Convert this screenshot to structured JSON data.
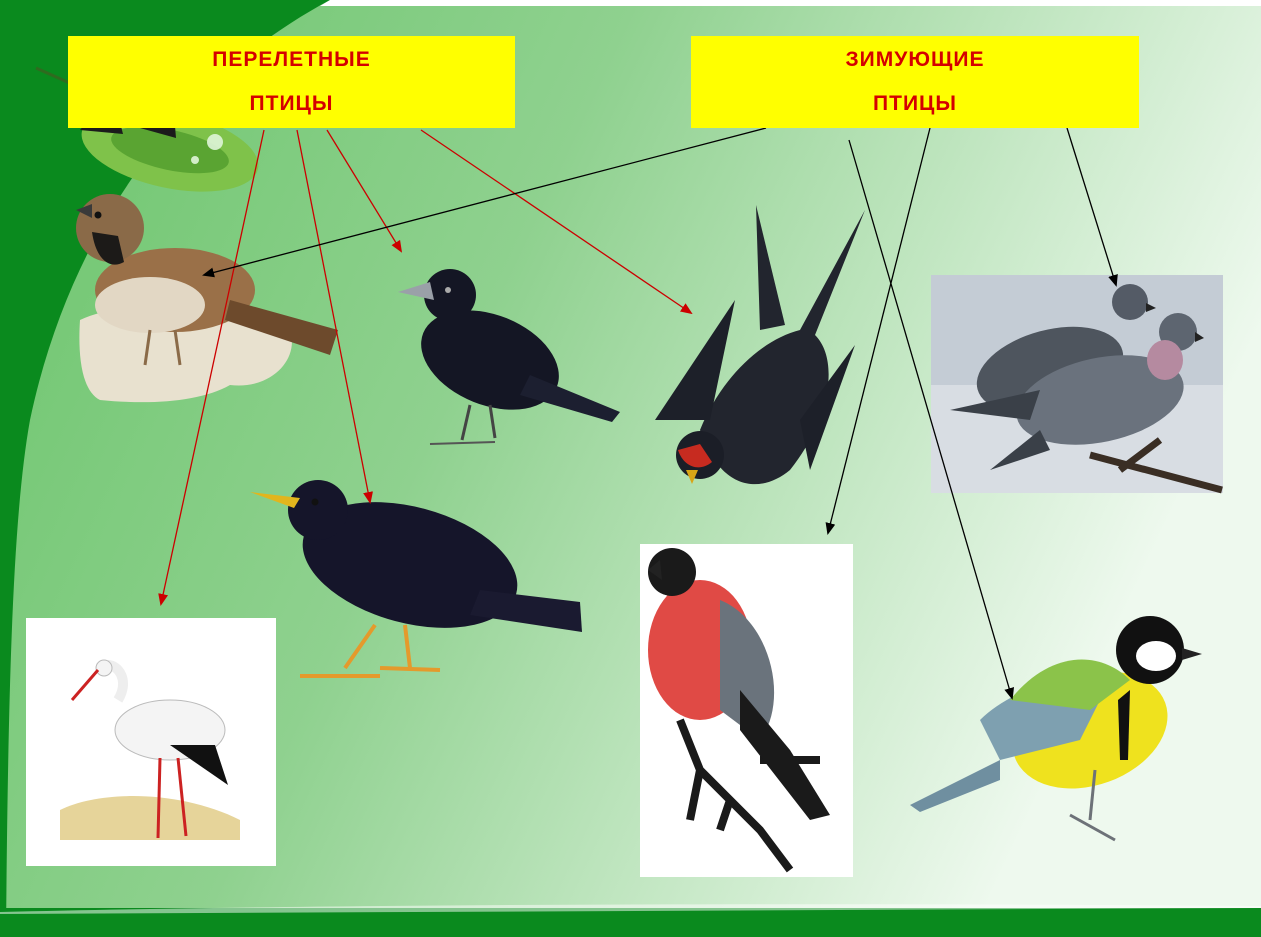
{
  "labels": {
    "migratory": {
      "line1": "ПЕРЕЛЕТНЫЕ",
      "line2": "ПТИЦЫ"
    },
    "wintering": {
      "line1": "ЗИМУЮЩИЕ",
      "line2": "ПТИЦЫ"
    }
  },
  "colors": {
    "background_green": "#8fd08f",
    "dark_green": "#0a8a1e",
    "label_fill": "#ffff00",
    "label_text": "#d40000",
    "migratory_arrow": "#cc0000",
    "wintering_arrow": "#000000"
  },
  "birds": [
    {
      "id": "sparrow",
      "group": "wintering"
    },
    {
      "id": "rook",
      "group": "migratory"
    },
    {
      "id": "swallow",
      "group": "migratory"
    },
    {
      "id": "pigeons",
      "group": "wintering"
    },
    {
      "id": "starling",
      "group": "migratory"
    },
    {
      "id": "stork",
      "group": "migratory"
    },
    {
      "id": "bullfinch",
      "group": "wintering"
    },
    {
      "id": "great-tit",
      "group": "wintering"
    }
  ]
}
